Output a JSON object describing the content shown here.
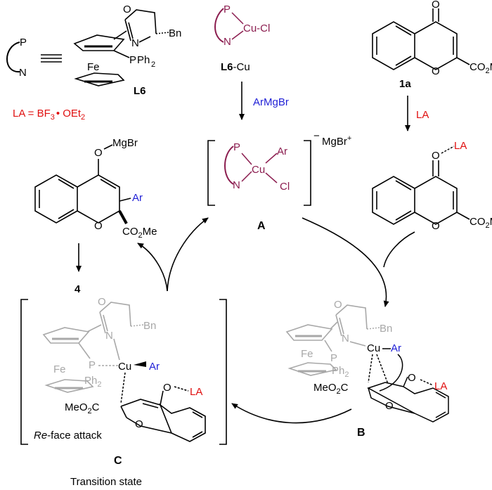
{
  "colors": {
    "black": "#000000",
    "maroon": "#8b1d4f",
    "blue": "#1f1fd6",
    "red": "#e01010",
    "gray": "#a8a8a8"
  },
  "atoms": {
    "P": "P",
    "N": "N",
    "O": "O",
    "Cu": "Cu",
    "Cl": "Cl",
    "Fe": "Fe",
    "Ar": "Ar",
    "Bn": "Bn",
    "LA": "LA",
    "Cu_Cl": "Cu-Cl",
    "Ph": "Ph",
    "two": "2",
    "three": "3",
    "CO": "CO",
    "Me": "Me",
    "MeO": "MeO",
    "C": "C",
    "MgBr": "MgBr",
    "OMgBr": "O",
    "minus": "−",
    "plus": "+",
    "equiv_sign": "≡"
  },
  "labels": {
    "ligand": "L6",
    "ligand_cu_bold": "L6",
    "ligand_cu_suffix": "-Cu",
    "substrate": "1a",
    "complex_A": "A",
    "ts_B": "B",
    "ts_C": "C",
    "product": "4",
    "la_lhs": "LA = BF",
    "la_rhs": "OEt",
    "la_dot": "•"
  },
  "reagents": {
    "grignard": "ArMgBr",
    "lewis_acid": "LA"
  },
  "text": {
    "re_face_prefix": "Re",
    "re_face_suffix": "-face attack",
    "transition_state": "Transition state"
  }
}
